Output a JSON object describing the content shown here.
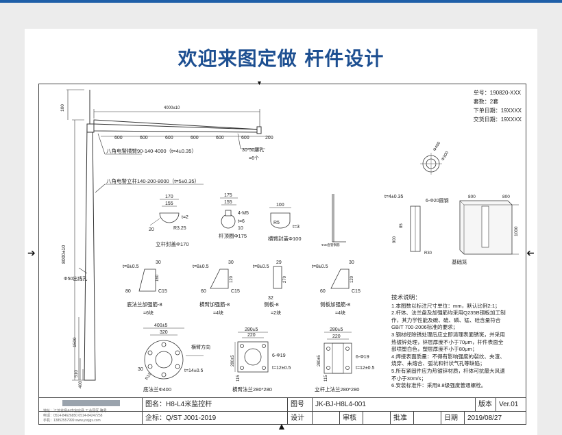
{
  "header": {
    "headline": "欢迎来图定做 杆件设计"
  },
  "meta": {
    "order_no": "单号：190820-XXX",
    "set_qty": "套数：2套",
    "order_date": "下单日期：19XXXX",
    "delivery_date": "交货日期：19XXXX"
  },
  "drawing": {
    "arm_length": "4000±10",
    "top_dim": "100",
    "arm_spacing": [
      "600",
      "600",
      "600",
      "600",
      "600",
      "600",
      "200"
    ],
    "arm_desc": "八角电警横臂90-140-4000（t=4±0.35）",
    "hole_desc": "30*50腰孔",
    "hole_qty": "=6个",
    "pole_desc": "八角电警立杆140-200-8000（t=5±0.35）",
    "pole_height": "8000±10",
    "cable_hole": "Φ50出线孔",
    "dim_1500": "1500",
    "dim_510": "510",
    "dim_400": "400",
    "cap_label": "立杆封盖Φ170",
    "cap_d1": "170",
    "cap_d2": "155",
    "cap_t": "t=2",
    "cap_r": "20",
    "cap_r2": "R3.25",
    "ring_label": "杆顶圈Φ175",
    "ring_d1": "175",
    "ring_d2": "155",
    "ring_m": "4-M5",
    "ring_t": "t=6",
    "ring_t2": "10",
    "armcap_label": "横臂封盖Φ100",
    "armcap_d": "100",
    "armcap_t": "t=3",
    "armcap_r": "R5",
    "anchor_label": "Φ30直管钢筋",
    "base_t": "t=4±0.35",
    "base_rebar": "6-Φ20圆钢",
    "base_85": "85",
    "base_900": "900",
    "base_r30": "R30",
    "base_800a": "800",
    "base_800b": "800",
    "base_1000": "1000",
    "base_label": "基础笼",
    "fl_400": "Φ400",
    "fl_300": "Φ300",
    "rib1_label": "底法兰加强筋-8",
    "rib1_qty": "=6块",
    "rib1_t": "t=8±0.5",
    "rib1_30": "30",
    "rib1_160": "160",
    "rib1_80": "80",
    "rib1_c15": "C15",
    "rib2_label": "横臂加强筋-8",
    "rib2_qty": "=4块",
    "rib2_t": "t=8±0.5",
    "rib2_30": "30",
    "rib2_120": "120",
    "rib2_60": "60",
    "rib2_c15": "C15",
    "rib3_label": "侧板-8",
    "rib3_qty": "=2块",
    "rib3_t": "t=8±0.5",
    "rib3_29": "29",
    "rib3_270": "270",
    "rib3_32": "32",
    "rib4_label": "侧板加强筋-8",
    "rib4_qty": "=4块",
    "rib4_t": "t=8±0.5",
    "rib4_30": "30",
    "rib4_120": "120",
    "rib4_60": "60",
    "rib4_c15": "C15",
    "bf_label": "底法兰Φ400",
    "bf_outer": "400±5",
    "bf_inner": "320",
    "bf_arm_dir": "横臂方向",
    "bf_t": "t=14±0.5",
    "bf_r12": "R12",
    "bf_30": "30",
    "af_label": "横臂法兰280*280",
    "af_w": "280±5",
    "af_220": "220",
    "af_280": "280±5",
    "af_holes": "6-Φ19",
    "af_t": "t=12±0.5",
    "af_115": "115",
    "pf_label": "立杆上法兰280*280",
    "pf_w": "280±5",
    "pf_220": "220",
    "pf_280": "280±5",
    "pf_holes": "6-Φ19",
    "pf_t": "t=12±0.5",
    "pf_115": "115"
  },
  "notes": {
    "heading": "技术说明：",
    "lines": [
      "1.本图数以标注尺寸单位：mm，默认比例2:1；",
      "2.杆体、法兰盘及加强筋均采用Q235B钢板加工制",
      "作，其力学性能及碳、硫、磷、锰、硅含量符合",
      "GB/T 700-2006标准的要求；",
      "3.钢材经除锈处理后应立即清理表面锈斑，并采用",
      "热镀锌处理，锌层厚度不小于70μm，杆件表面全",
      "部喷塑白色，塑层厚度不小于80μm；",
      "4.焊接表面质量：不得有影响强度的裂纹、夹渣、",
      "烧穿、未熔合、弧坑和针状气孔等缺陷；",
      "5.所有紧固件应为热镀锌材质，杆体可抗最大风速",
      "不小于30m/s；",
      "6.安装标准件：采用8.8级强度普通螺栓。"
    ]
  },
  "titleblock": {
    "company_line1": "地址：江苏省扬州市宝应县 工业园区 路号",
    "company_line2": "电话：0514-84626850   0514-84247258",
    "company_line3": "手机：13852557999    www.ysxjgs.com",
    "name_label": "图名：",
    "name_value": "H8-L4米监控杆",
    "std_label": "企标：",
    "std_value": "Q/ST J001-2019",
    "drawing_no_label": "图号",
    "drawing_no_value": "JK-BJ-H8L4-001",
    "version_label": "版本",
    "version_value": "Ver.01",
    "design_label": "设计",
    "review_label": "审核",
    "approve_label": "批准",
    "date_label": "日期",
    "date_value": "2019/08/27"
  }
}
